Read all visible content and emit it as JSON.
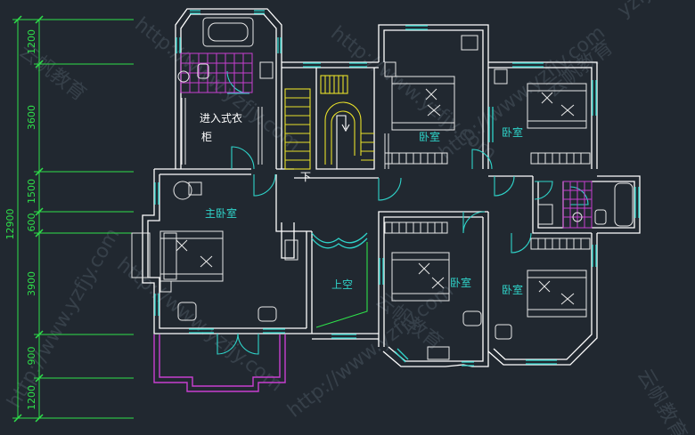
{
  "colors": {
    "background": "#212830",
    "wall": "#ffffff",
    "window": "#2fd3c9",
    "dimension": "#2ee04a",
    "bay": "#c83fd0",
    "tile": "#c83fd0",
    "stair": "#e8e02a",
    "furniture": "#e8e8e8",
    "label": "#2fd3c9",
    "label_white": "#ffffff",
    "watermark": "#4a5460"
  },
  "dimensions": {
    "total": "12900",
    "segments": [
      "1200",
      "3600",
      "1500",
      "600",
      "3900",
      "900",
      "1200"
    ]
  },
  "rooms": {
    "walk_in_closet_line1": "进入式衣",
    "walk_in_closet_line2": "柜",
    "master_bedroom": "主卧室",
    "open_to_below": "上空",
    "bedroom_top_center": "卧室",
    "bedroom_top_right": "卧室",
    "bedroom_bottom_center": "卧室",
    "bedroom_bottom_right": "卧室",
    "stair_down": "下"
  },
  "watermarks": {
    "url": "http://www.yzfjy.com",
    "brand": "云帆教育",
    "short": "yzfjy"
  }
}
